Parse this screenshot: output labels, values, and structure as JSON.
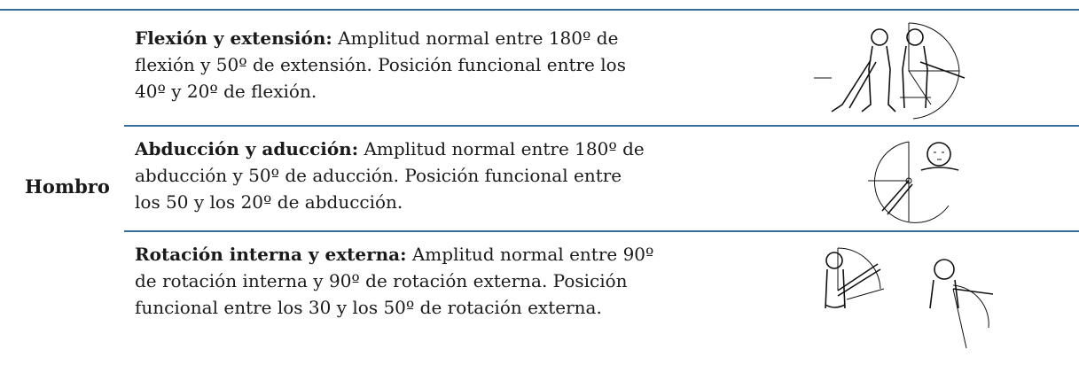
{
  "table": {
    "joint": "Hombro",
    "rows": [
      {
        "term": "Flexión y extensión:",
        "lines": [
          "Amplitud normal entre 180º de",
          "flexión y 50º de extensión. Posición funcional entre los",
          "40º y 20º de flexión."
        ],
        "figure_icon": "shoulder-flexion-extension-diagram"
      },
      {
        "term": "Abducción y aducción:",
        "lines": [
          "Amplitud normal entre 180º de",
          "abducción y 50º de aducción. Posición funcional entre",
          "los 50 y los 20º de abducción."
        ],
        "figure_icon": "shoulder-abduction-adduction-diagram"
      },
      {
        "term": "Rotación interna y externa:",
        "lines": [
          "Amplitud normal entre 90º",
          "de rotación interna y 90º de rotación externa. Posición",
          "funcional entre los 30 y los 50º de rotación externa."
        ],
        "figure_icon": "shoulder-rotation-diagram"
      }
    ],
    "rule_color": "#3a6f9a"
  }
}
